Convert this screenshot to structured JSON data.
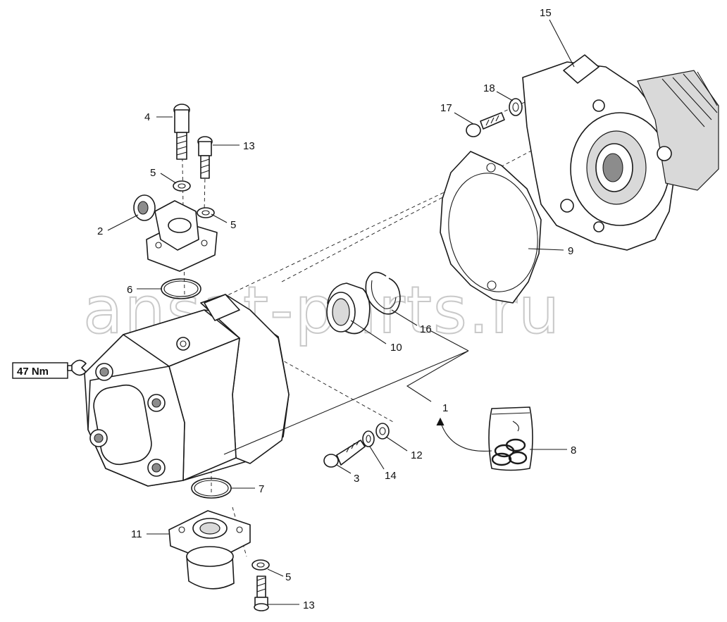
{
  "watermark": "ansat-parts.ru",
  "torque": {
    "label": "47 Nm"
  },
  "callouts": {
    "c1": "1",
    "c2": "2",
    "c3": "3",
    "c4": "4",
    "c5a": "5",
    "c5b": "5",
    "c5c": "5",
    "c6": "6",
    "c7": "7",
    "c8": "8",
    "c9": "9",
    "c10": "10",
    "c11": "11",
    "c12": "12",
    "c13a": "13",
    "c13b": "13",
    "c14": "14",
    "c15": "15",
    "c16": "16",
    "c17": "17",
    "c18": "18"
  }
}
